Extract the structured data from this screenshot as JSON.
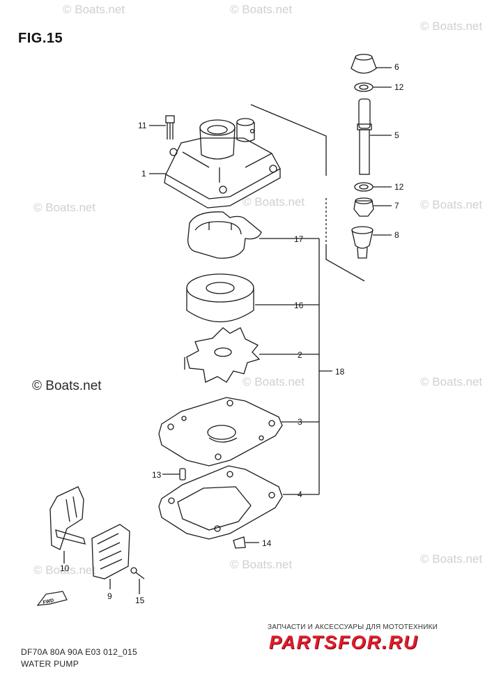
{
  "figure": {
    "title": "FIG.15"
  },
  "watermark": "© Boats.net",
  "part_numbers": [
    "1",
    "2",
    "3",
    "4",
    "5",
    "6",
    "7",
    "8",
    "9",
    "10",
    "11",
    "12",
    "12",
    "13",
    "14",
    "15",
    "16",
    "17",
    "18"
  ],
  "fwd_label": "FWD",
  "footer": {
    "code": "DF70A 80A 90A E03 012_015",
    "name": "WATER PUMP"
  },
  "brand": {
    "tagline": "ЗАПЧАСТИ И АКСЕССУАРЫ ДЛЯ МОТОТЕХНИКИ",
    "name": "PARTSFOR.RU"
  }
}
